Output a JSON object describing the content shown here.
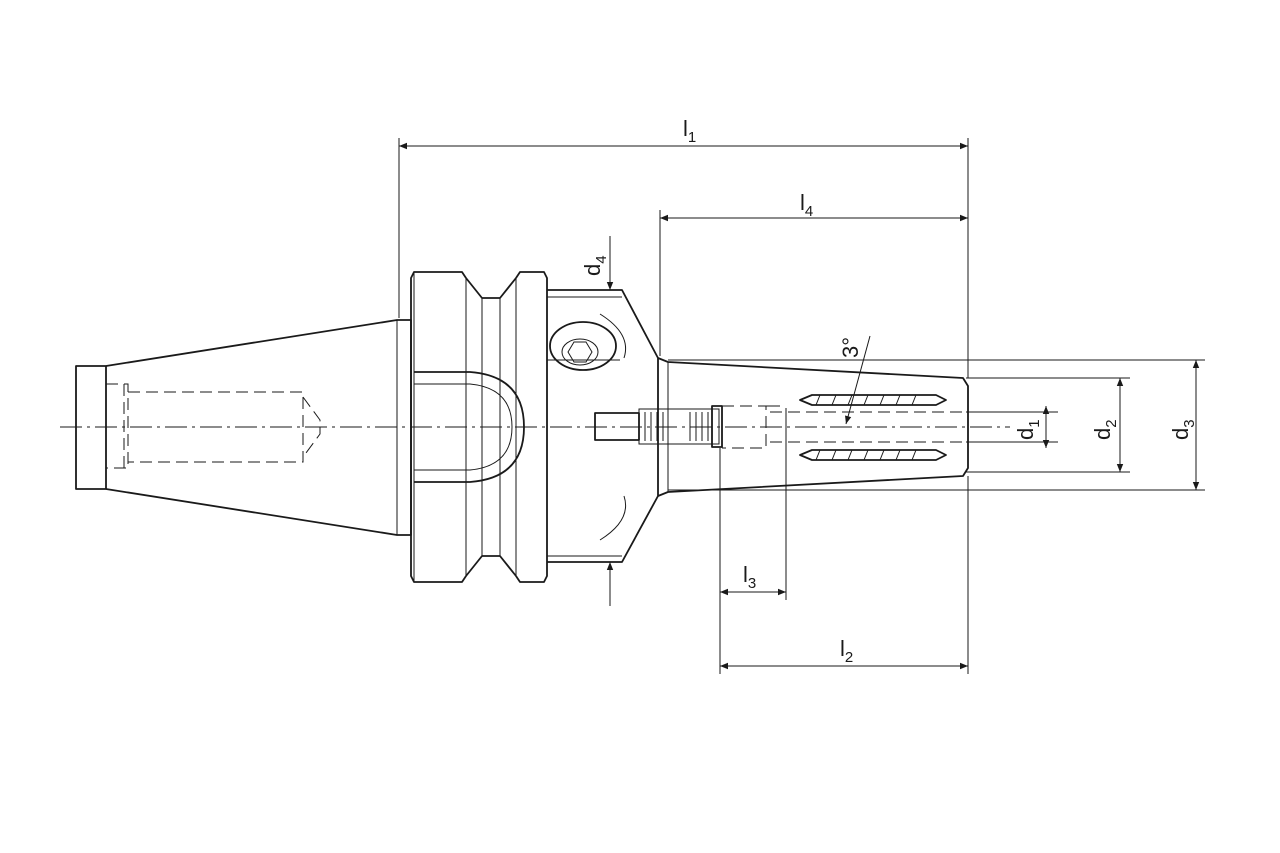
{
  "dimensions": {
    "l1": {
      "letter": "l",
      "sub": "1"
    },
    "l2": {
      "letter": "l",
      "sub": "2"
    },
    "l3": {
      "letter": "l",
      "sub": "3"
    },
    "l4": {
      "letter": "l",
      "sub": "4"
    },
    "d1": {
      "letter": "d",
      "sub": "1"
    },
    "d2": {
      "letter": "d",
      "sub": "2"
    },
    "d3": {
      "letter": "d",
      "sub": "3"
    },
    "d4": {
      "letter": "d",
      "sub": "4"
    }
  },
  "angle_label": "3°"
}
